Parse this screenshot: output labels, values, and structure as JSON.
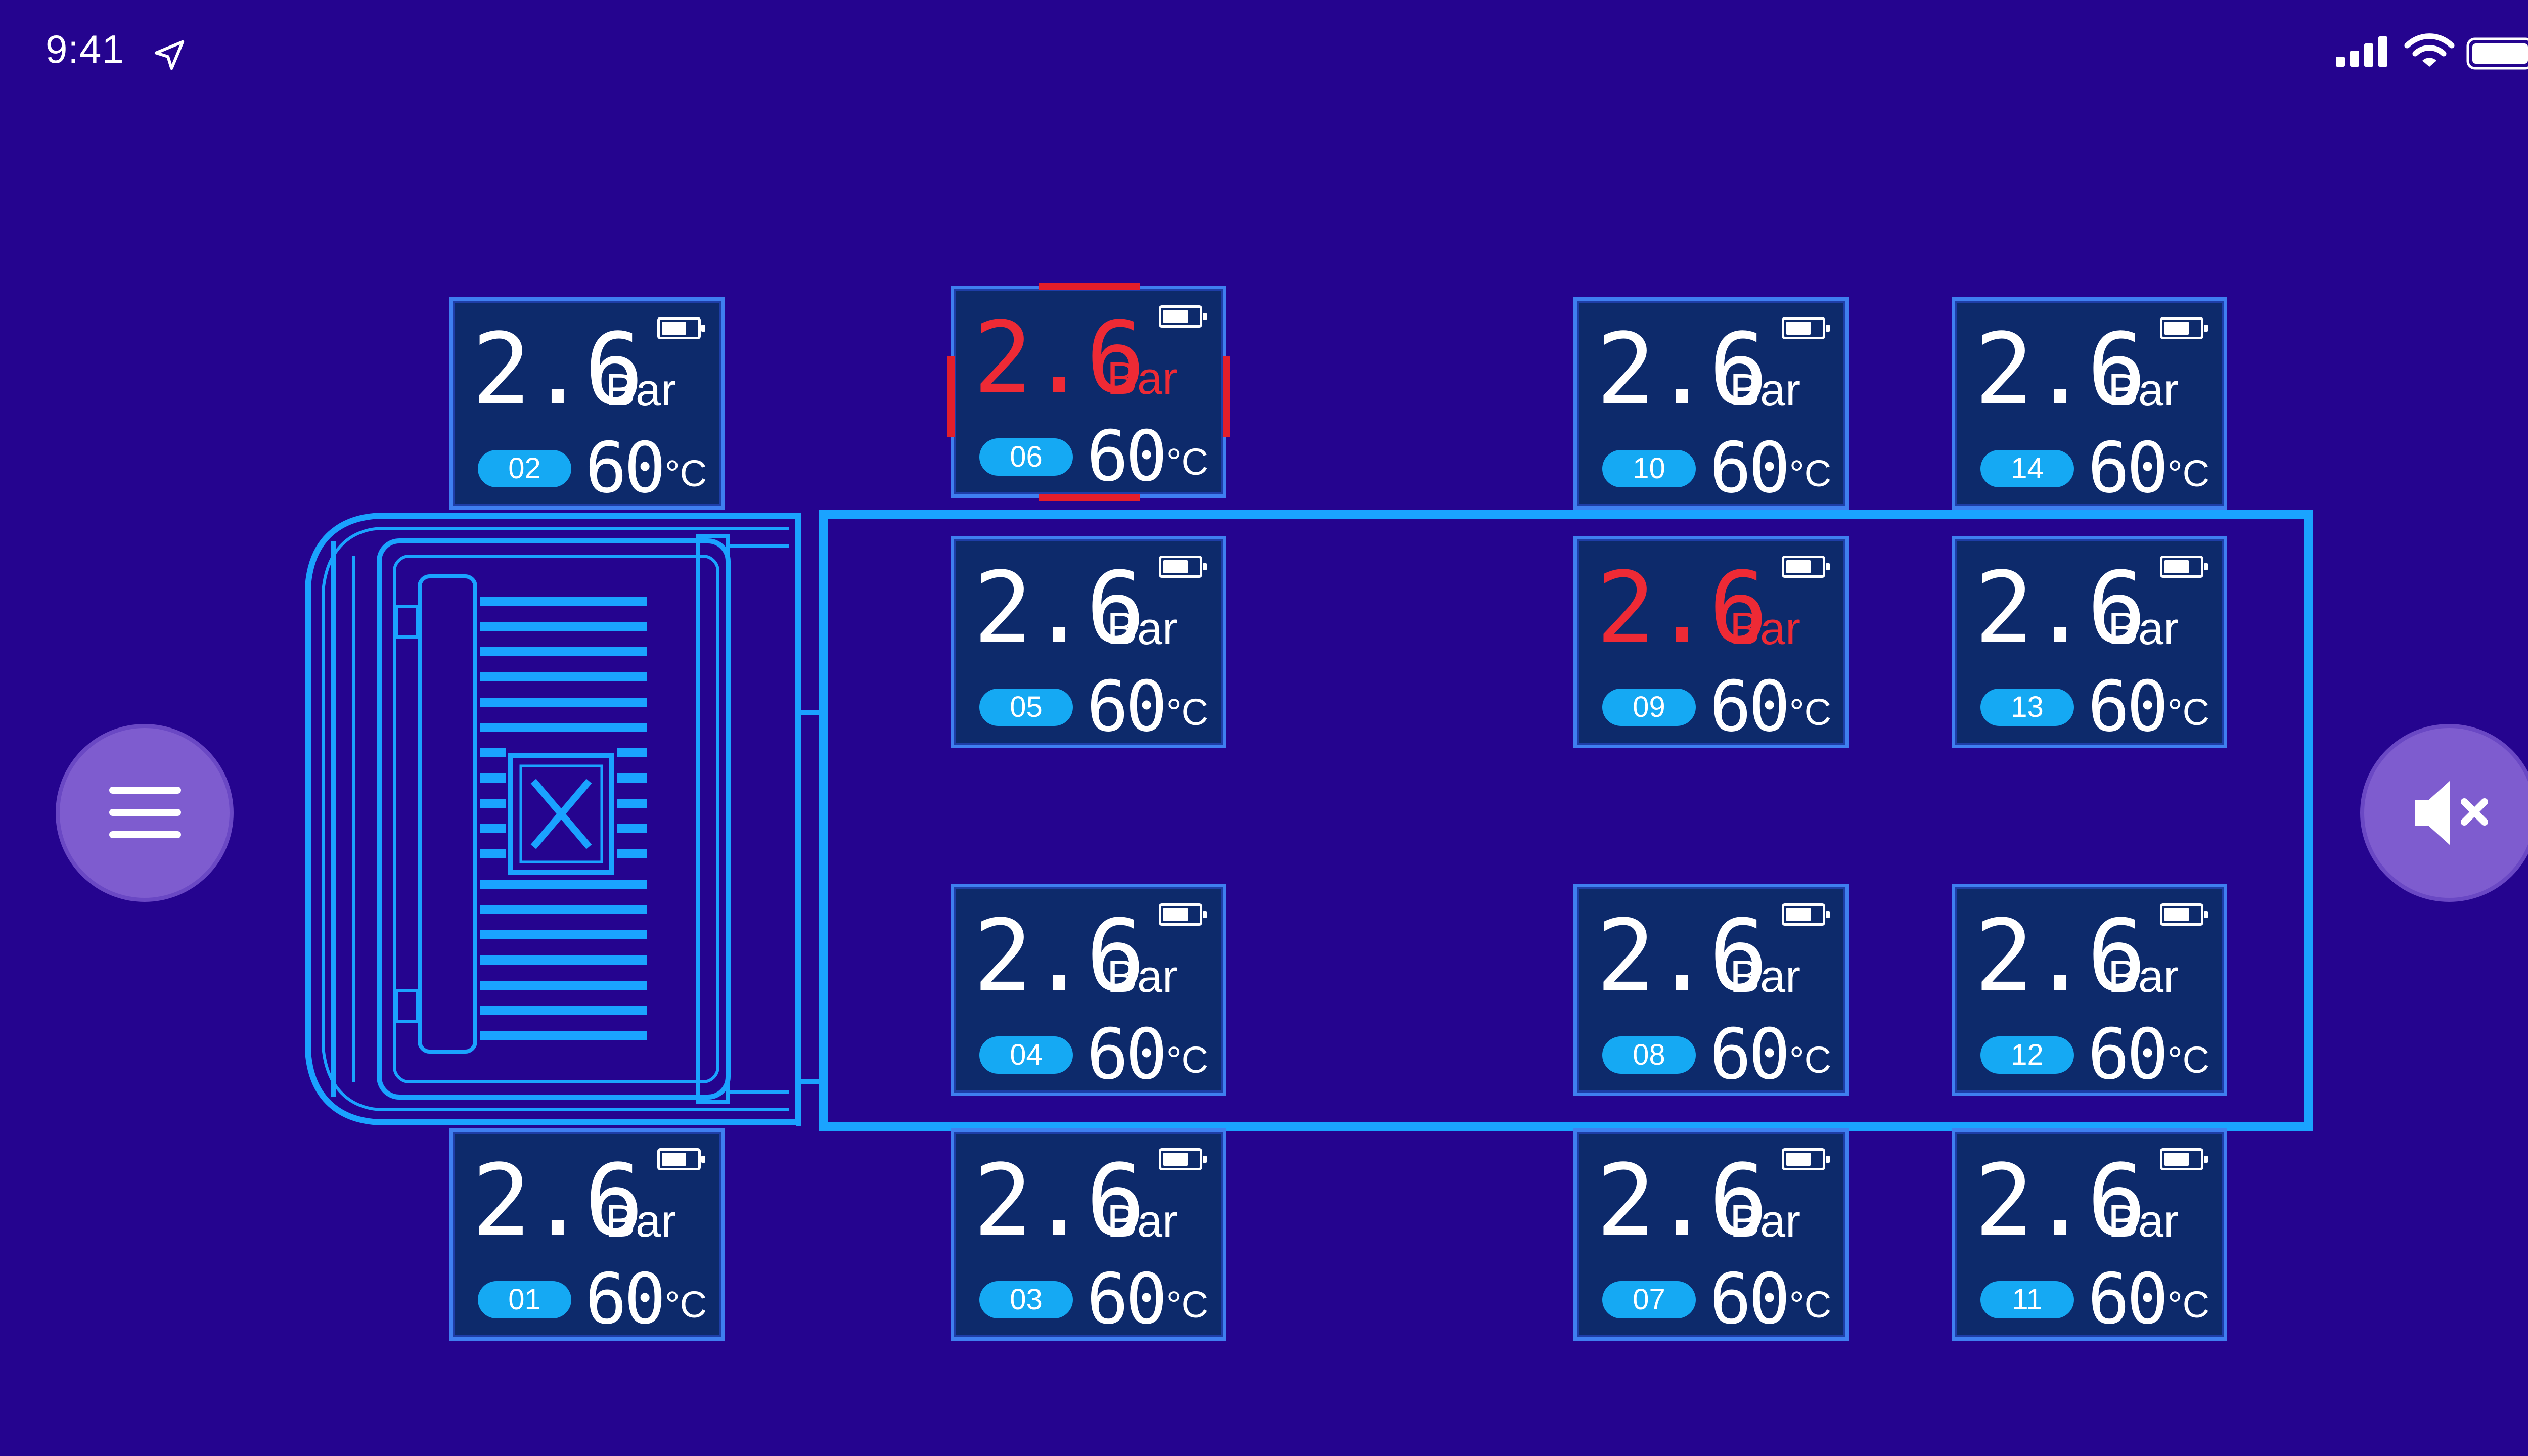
{
  "status_bar": {
    "time": "9:41",
    "icons": [
      "location-arrow-icon",
      "cellular-signal-icon",
      "wifi-icon",
      "battery-icon"
    ]
  },
  "colors": {
    "background": "#25048f",
    "card_fill": "#0d2a6b",
    "card_border": "#3f7ff0",
    "chassis_line": "#1aa3ff",
    "sensor_badge": "#15a9f3",
    "alert_red": "#ee2a35",
    "button_fill": "#7e5ccf"
  },
  "menu_button": {
    "icon": "hamburger-menu-icon"
  },
  "mute_button": {
    "icon": "speaker-muted-icon"
  },
  "tires": [
    {
      "id": "02",
      "pressure": "2.6",
      "pressure_unit": "Bar",
      "temperature": "60",
      "temp_unit": "°C",
      "alert": false
    },
    {
      "id": "01",
      "pressure": "2.6",
      "pressure_unit": "Bar",
      "temperature": "60",
      "temp_unit": "°C",
      "alert": false
    },
    {
      "id": "06",
      "pressure": "2.6",
      "pressure_unit": "Bar",
      "temperature": "60",
      "temp_unit": "°C",
      "alert": true
    },
    {
      "id": "05",
      "pressure": "2.6",
      "pressure_unit": "Bar",
      "temperature": "60",
      "temp_unit": "°C",
      "alert": false
    },
    {
      "id": "04",
      "pressure": "2.6",
      "pressure_unit": "Bar",
      "temperature": "60",
      "temp_unit": "°C",
      "alert": false
    },
    {
      "id": "03",
      "pressure": "2.6",
      "pressure_unit": "Bar",
      "temperature": "60",
      "temp_unit": "°C",
      "alert": false
    },
    {
      "id": "10",
      "pressure": "2.6",
      "pressure_unit": "Bar",
      "temperature": "60",
      "temp_unit": "°C",
      "alert": false
    },
    {
      "id": "09",
      "pressure": "2.6",
      "pressure_unit": "Bar",
      "temperature": "60",
      "temp_unit": "°C",
      "alert": true
    },
    {
      "id": "08",
      "pressure": "2.6",
      "pressure_unit": "Bar",
      "temperature": "60",
      "temp_unit": "°C",
      "alert": false
    },
    {
      "id": "07",
      "pressure": "2.6",
      "pressure_unit": "Bar",
      "temperature": "60",
      "temp_unit": "°C",
      "alert": false
    },
    {
      "id": "14",
      "pressure": "2.6",
      "pressure_unit": "Bar",
      "temperature": "60",
      "temp_unit": "°C",
      "alert": false
    },
    {
      "id": "13",
      "pressure": "2.6",
      "pressure_unit": "Bar",
      "temperature": "60",
      "temp_unit": "°C",
      "alert": false
    },
    {
      "id": "12",
      "pressure": "2.6",
      "pressure_unit": "Bar",
      "temperature": "60",
      "temp_unit": "°C",
      "alert": false
    },
    {
      "id": "11",
      "pressure": "2.6",
      "pressure_unit": "Bar",
      "temperature": "60",
      "temp_unit": "°C",
      "alert": false
    }
  ]
}
